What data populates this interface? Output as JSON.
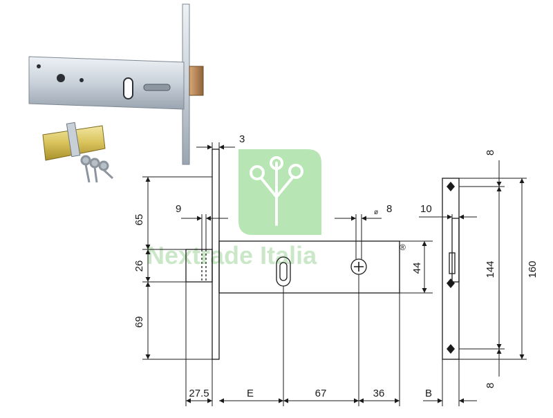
{
  "watermark": {
    "text": "Nextrade Italia",
    "registered": "®",
    "color": "#6bbf5f"
  },
  "dimensions": {
    "faceplate_thickness": "3",
    "top_to_bolt": "65",
    "bolt_height": "26",
    "bottom": "69",
    "bolt_offset": "9",
    "hole_diameter_symbol": "ø",
    "hole_diameter": "8",
    "faceplate_width": "10",
    "body_height": "44",
    "strike_inner": "144",
    "strike_total": "160",
    "strike_margin_top": "8",
    "strike_margin_bottom": "8",
    "bolt_projection": "27.5",
    "backset": "E",
    "center_distance": "67",
    "rear": "36",
    "strike_width": "B"
  }
}
